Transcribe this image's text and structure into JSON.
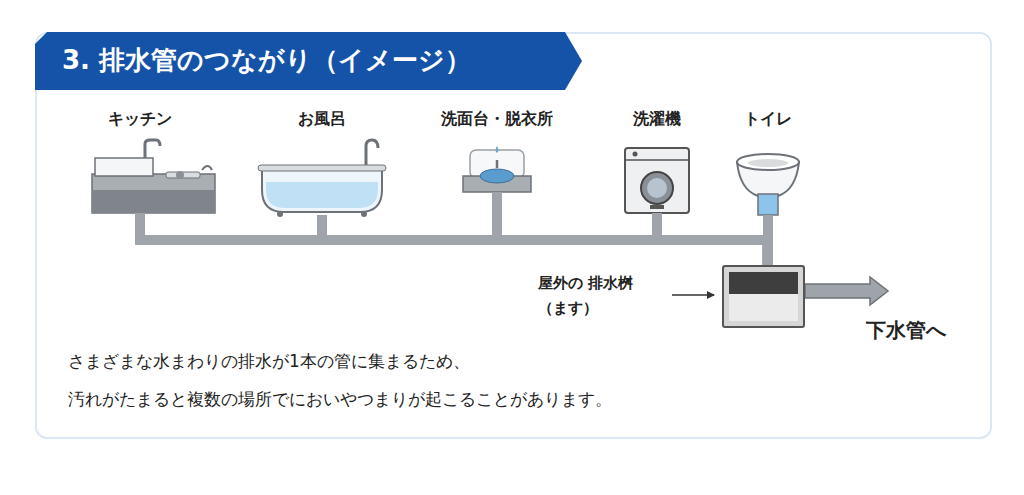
{
  "diagram": {
    "title": "3. 排水管のつながり（イメージ）",
    "caption": "さまざまな水まわりの排水が1本の管に集まるため、 汚れがたまると複数の場所でにおいやつまりが起こることがあります。",
    "nodes": [
      {
        "text": [
          "キッチン"
        ]
      },
      {
        "text": [
          "お風呂"
        ]
      },
      {
        "text": [
          "洗面台・脱衣所"
        ]
      },
      {
        "text": [
          "洗濯機"
        ]
      },
      {
        "text": [
          "トイレ"
        ]
      },
      {
        "text": [
          "屋外の 排水桝（ます）"
        ]
      }
    ],
    "edges": [
      {
        "from": 0,
        "to": 5,
        "arrow": "none"
      },
      {
        "from": 1,
        "to": 5,
        "arrow": "none"
      },
      {
        "from": 2,
        "to": 5,
        "arrow": "none"
      },
      {
        "from": 3,
        "to": 5,
        "arrow": "none"
      },
      {
        "from": 4,
        "to": 5,
        "arrow": "none"
      }
    ],
    "labels": [
      "下水管へ"
    ]
  }
}
